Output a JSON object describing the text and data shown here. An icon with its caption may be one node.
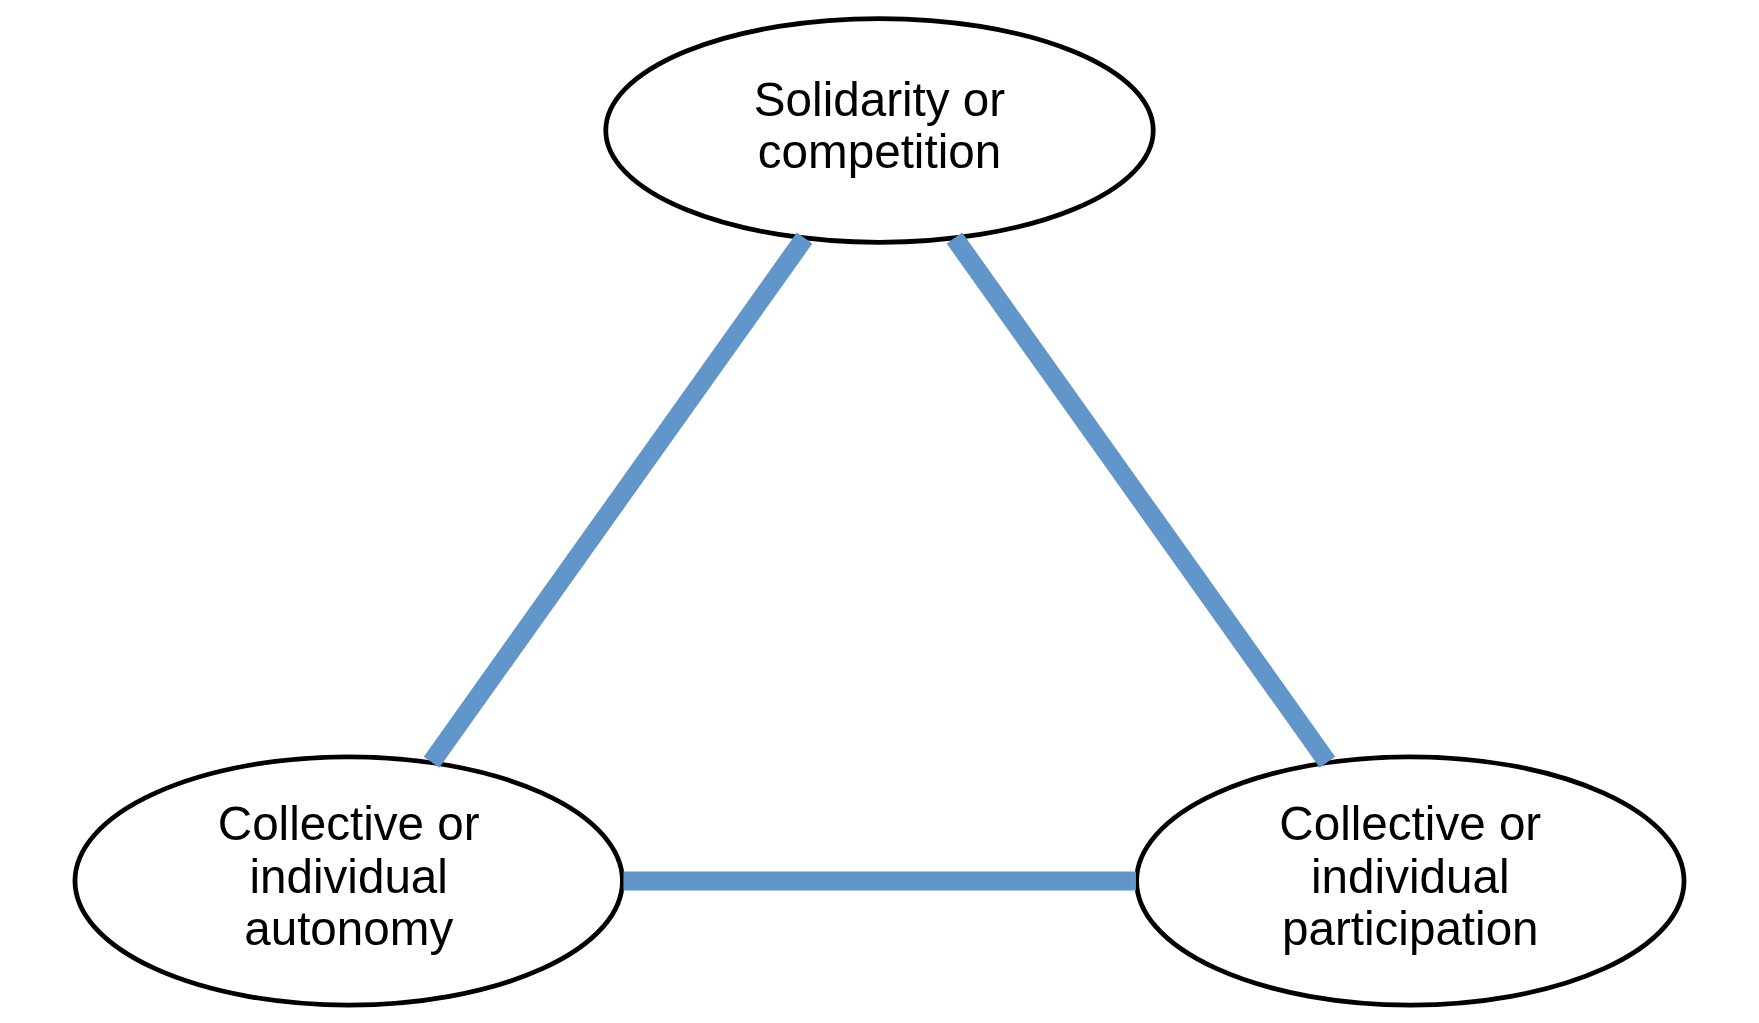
{
  "diagram": {
    "nodes": [
      {
        "text": [
          "Solidarity or competition"
        ]
      },
      {
        "text": [
          "Collective or individual autonomy"
        ]
      },
      {
        "text": [
          "Collective or individual participation"
        ]
      }
    ],
    "edges": [
      {
        "from": 0,
        "to": 1,
        "arrow": "none"
      },
      {
        "from": 0,
        "to": 2,
        "arrow": "none"
      },
      {
        "from": 1,
        "to": 2,
        "arrow": "none"
      }
    ]
  }
}
